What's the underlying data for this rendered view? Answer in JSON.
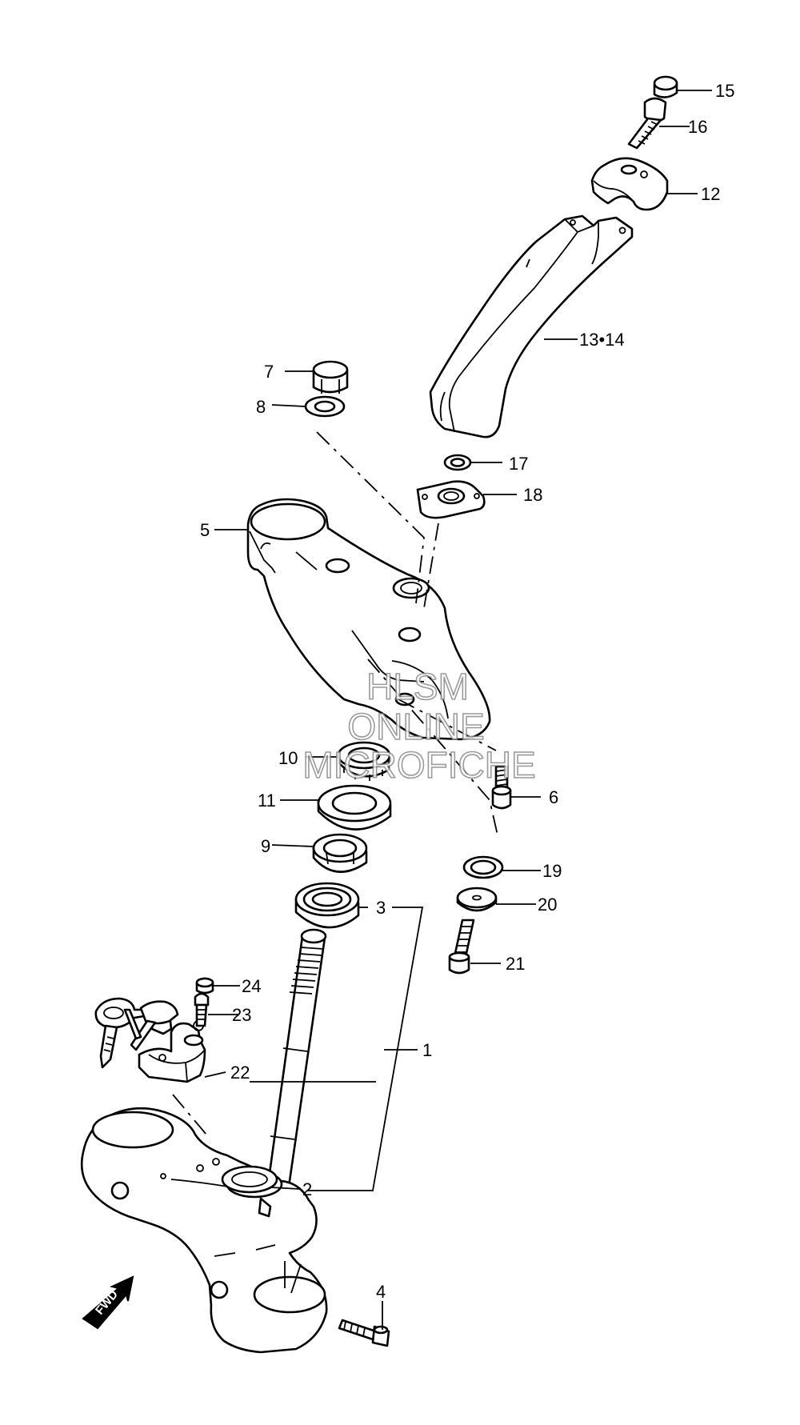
{
  "labels": {
    "p1": "1",
    "p2": "2",
    "p3": "3",
    "p4": "4",
    "p5": "5",
    "p6": "6",
    "p7": "7",
    "p8": "8",
    "p9": "9",
    "p10": "10",
    "p11": "11",
    "p12": "12",
    "p13_14": "13•14",
    "p15": "15",
    "p16": "16",
    "p17": "17",
    "p18": "18",
    "p19": "19",
    "p20": "20",
    "p21": "21",
    "p22": "22",
    "p23": "23",
    "p24": "24"
  },
  "watermark": {
    "line1": "HLSM",
    "line2": "ONLINE",
    "line3": "MICROFICHE"
  },
  "direction_badge": "FWD"
}
